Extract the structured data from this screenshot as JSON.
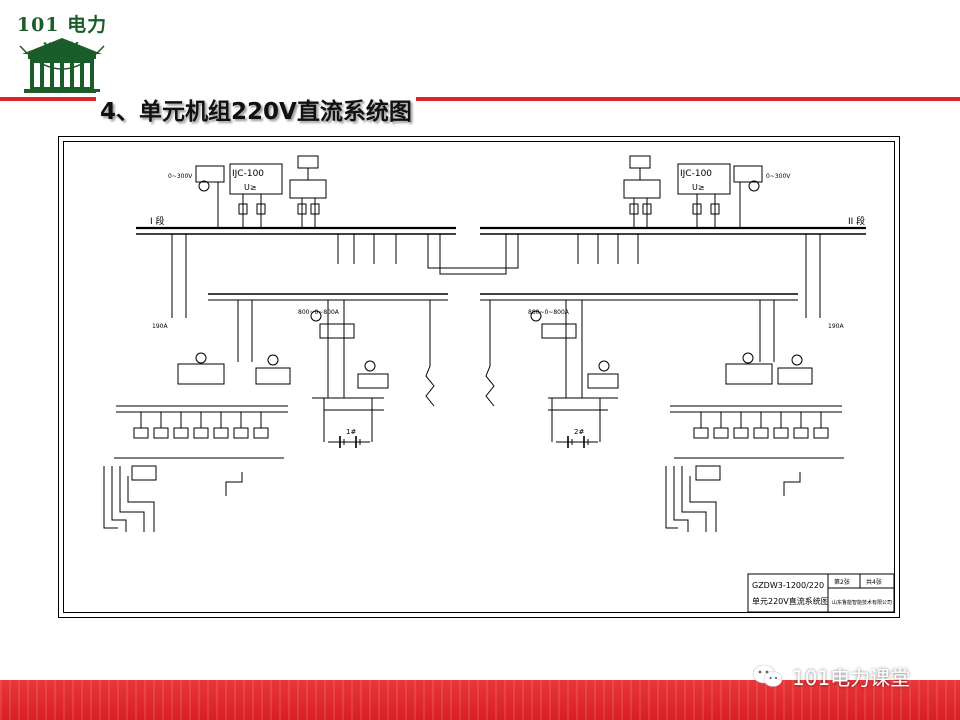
{
  "logo": {
    "text": "101 电力课堂"
  },
  "title": "4、单元机组220V直流系统图",
  "diagram": {
    "left_label": "I 段",
    "right_label": "II 段",
    "charger_left": "IJC-100",
    "charger_right": "IJC-100",
    "u_left": "U≥",
    "u_right": "U≥",
    "meter_left": "0~300V",
    "meter_right": "0~300V",
    "breaker_left": "190A",
    "breaker_right": "190A",
    "ammeter_left": "800~0~800A",
    "ammeter_right": "800~0~800A",
    "battery_left": "1#",
    "battery_right": "2#",
    "title_block": {
      "drawing_no": "GZDW3-1200/220",
      "name": "单元220V直流系统图",
      "sheet": "第2张",
      "total": "共4张",
      "company": "山东鲁能智能技术有限公司"
    }
  },
  "watermark": {
    "text": "101电力课堂"
  },
  "colors": {
    "accent": "#e0202a",
    "logo_green": "#1a5c2a"
  }
}
